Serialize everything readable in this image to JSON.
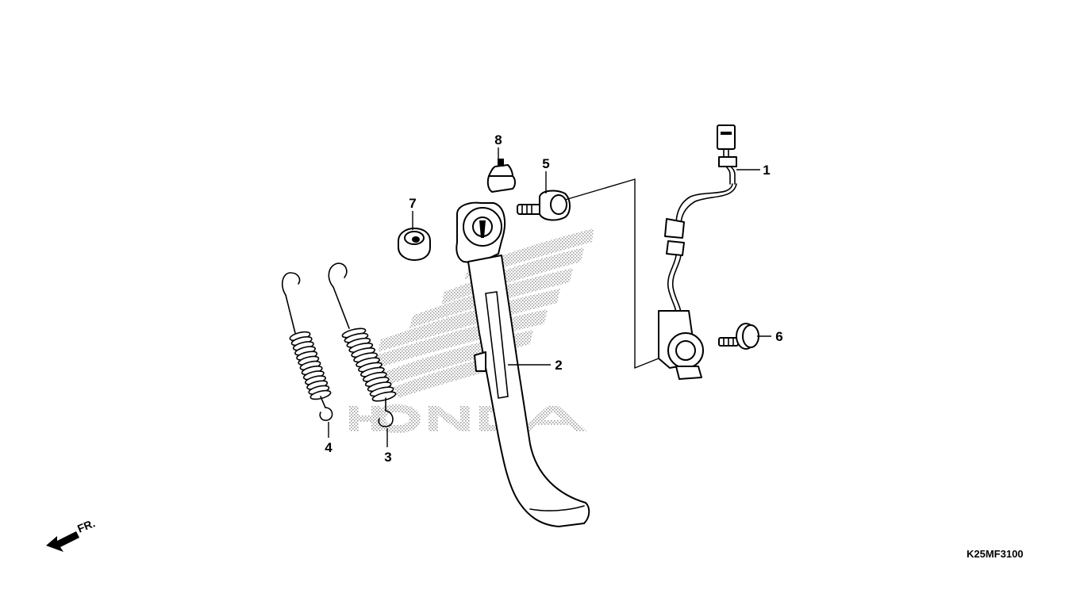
{
  "diagram": {
    "callouts": [
      {
        "id": "1",
        "label": "1"
      },
      {
        "id": "2",
        "label": "2"
      },
      {
        "id": "3",
        "label": "3"
      },
      {
        "id": "4",
        "label": "4"
      },
      {
        "id": "5",
        "label": "5"
      },
      {
        "id": "6",
        "label": "6"
      },
      {
        "id": "7",
        "label": "7"
      },
      {
        "id": "8",
        "label": "8"
      }
    ],
    "drawing_code": "K25MF3100",
    "front_indicator": "FR.",
    "watermark_logo": "HONDA",
    "colors": {
      "line": "#000000",
      "background": "#ffffff",
      "watermark": "#9a9a9a"
    }
  }
}
